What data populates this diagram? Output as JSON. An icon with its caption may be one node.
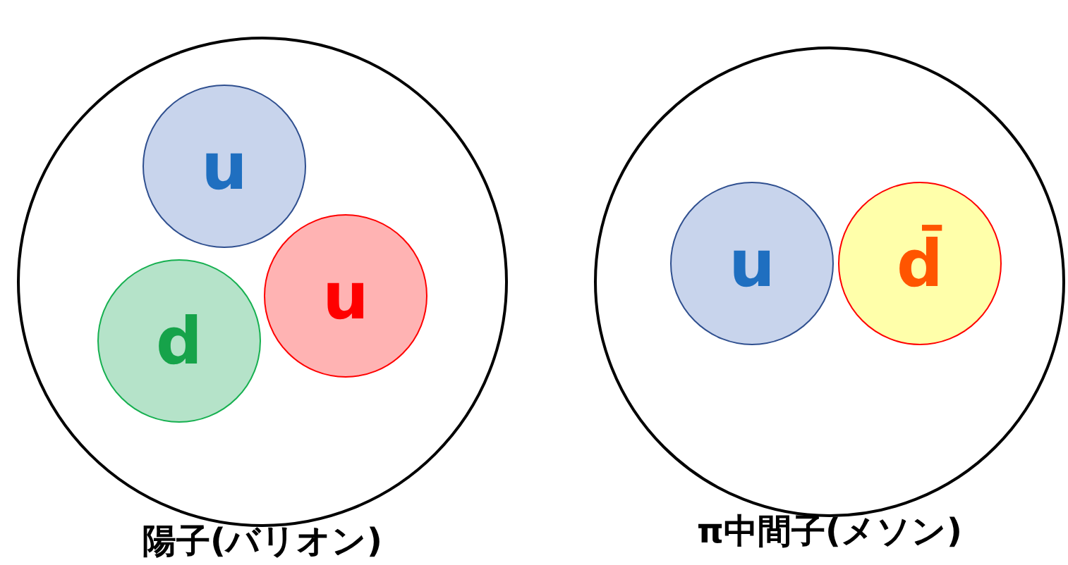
{
  "diagram": {
    "nodes": [
      {
        "text": [],
        "shape": "circle",
        "beside": [
          "陽子(バリオン)"
        ]
      },
      {
        "text": [
          "u"
        ],
        "in": 0
      },
      {
        "text": [
          "d"
        ],
        "in": 0
      },
      {
        "text": [
          "u"
        ],
        "in": 0
      },
      {
        "text": [],
        "shape": "circle",
        "beside": [
          "π中間子(メソン)"
        ]
      },
      {
        "text": [
          "u"
        ],
        "in": 4
      },
      {
        "text": [
          "d̄"
        ],
        "in": 4
      }
    ]
  }
}
